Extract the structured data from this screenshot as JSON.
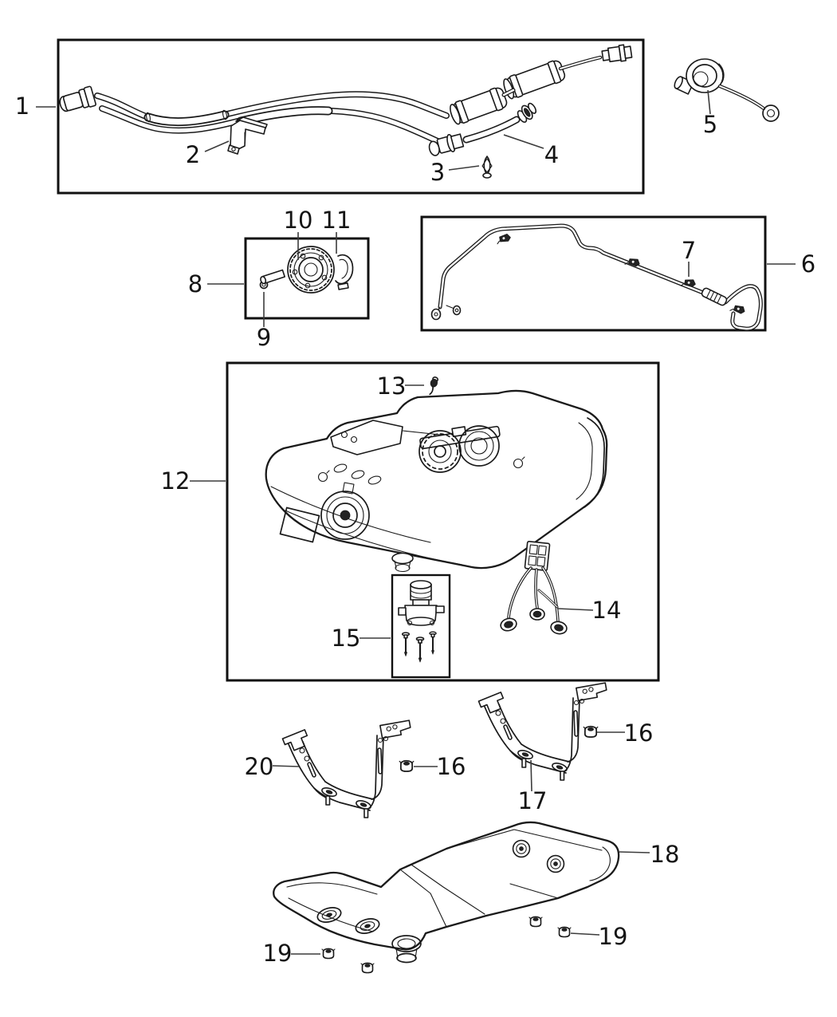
{
  "figure": {
    "type": "exploded-parts-diagram",
    "background_color": "#ffffff",
    "line_color": "#1a1a1a",
    "leader_color": "#3c3c3c",
    "text_color": "#141414"
  },
  "group_boxes": [
    {
      "name": "box-1",
      "contains": [
        "1",
        "2",
        "3",
        "4"
      ]
    },
    {
      "name": "box-8",
      "contains": [
        "8",
        "9",
        "10",
        "11"
      ]
    },
    {
      "name": "box-6",
      "contains": [
        "6",
        "7"
      ]
    },
    {
      "name": "box-12",
      "contains": [
        "12",
        "13",
        "14",
        "15"
      ]
    }
  ],
  "callouts": {
    "c1": {
      "label": "1"
    },
    "c2": {
      "label": "2"
    },
    "c3": {
      "label": "3"
    },
    "c4": {
      "label": "4"
    },
    "c5": {
      "label": "5"
    },
    "c6": {
      "label": "6"
    },
    "c7": {
      "label": "7"
    },
    "c8": {
      "label": "8"
    },
    "c9": {
      "label": "9"
    },
    "c10": {
      "label": "10"
    },
    "c11": {
      "label": "11"
    },
    "c12": {
      "label": "12"
    },
    "c13": {
      "label": "13"
    },
    "c14": {
      "label": "14"
    },
    "c15": {
      "label": "15"
    },
    "c16a": {
      "label": "16"
    },
    "c16b": {
      "label": "16"
    },
    "c17": {
      "label": "17"
    },
    "c18": {
      "label": "18"
    },
    "c19a": {
      "label": "19"
    },
    "c19b": {
      "label": "19"
    },
    "c20": {
      "label": "20"
    }
  }
}
